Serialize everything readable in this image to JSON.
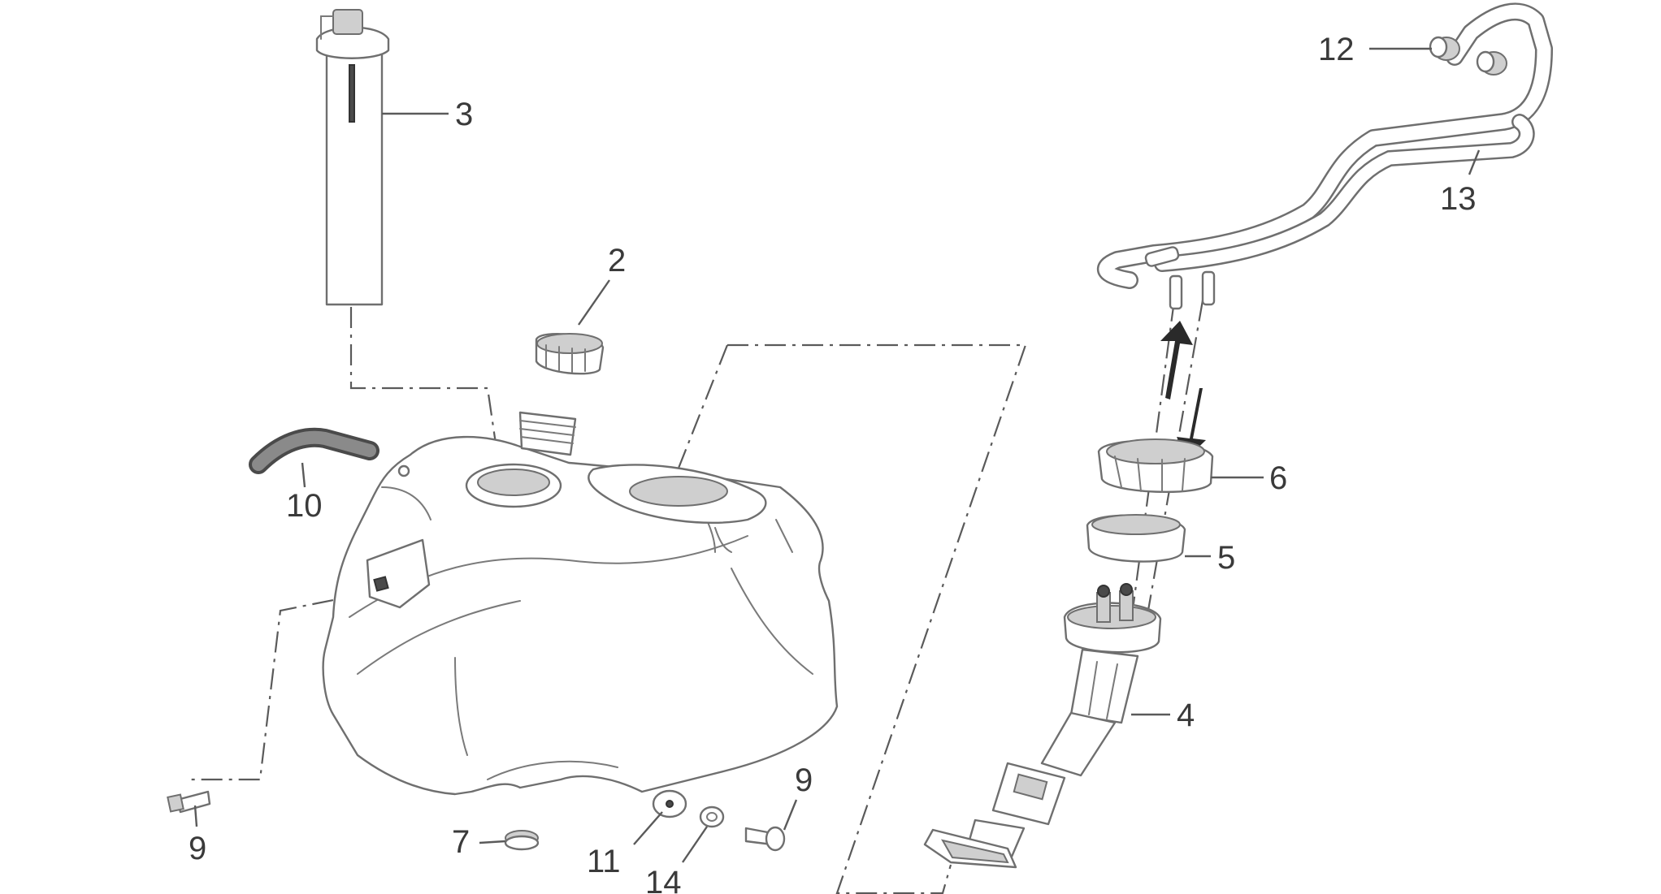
{
  "callouts": {
    "c1": "3",
    "c2": "2",
    "c3": "10",
    "c4": "9",
    "c5": "7",
    "c6": "11",
    "c7": "14",
    "c8": "9",
    "c9": "12",
    "c10": "13",
    "c11": "6",
    "c12": "5",
    "c13": "4"
  }
}
